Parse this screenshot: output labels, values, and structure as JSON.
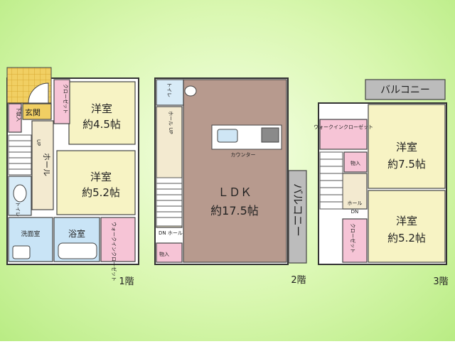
{
  "colors": {
    "western": "#f7f3c4",
    "ldk": "#b79a8e",
    "closet": "#f6c4d6",
    "hall": "#f3ead0",
    "wet": "#c9e4f6",
    "entrance": "#f1cf63",
    "toilet": "#d8ebf7",
    "balcony": "#bcbcbc"
  },
  "floor1": {
    "floor_label": "1階",
    "room_a_name": "洋室",
    "room_a_size": "約4.5帖",
    "room_b_name": "洋室",
    "room_b_size": "約5.2帖",
    "closet": "クローゼット",
    "entrance": "玄関",
    "shoe": "下駄入",
    "hall": "ホール",
    "up": "UP",
    "toilet": "トイレ",
    "washroom": "洗面室",
    "bath": "浴室",
    "walkin": "ウォークインクローゼット"
  },
  "floor2": {
    "floor_label": "2階",
    "toilet": "トイレ",
    "hall_up": "ホール UP",
    "ldk_name": "ＬＤＫ",
    "ldk_size": "約17.5帖",
    "counter": "カウンター",
    "dn_hall": "DN ホール",
    "storage": "物入",
    "balcony": "バルコニー"
  },
  "floor3": {
    "floor_label": "3階",
    "balcony": "バルコニー",
    "walkin": "ウォークインクローゼット",
    "storage": "物入",
    "room_a_name": "洋室",
    "room_a_size": "約7.5帖",
    "room_b_name": "洋室",
    "room_b_size": "約5.2帖",
    "hall": "ホール",
    "dn": "DN",
    "closet": "クローゼット"
  }
}
